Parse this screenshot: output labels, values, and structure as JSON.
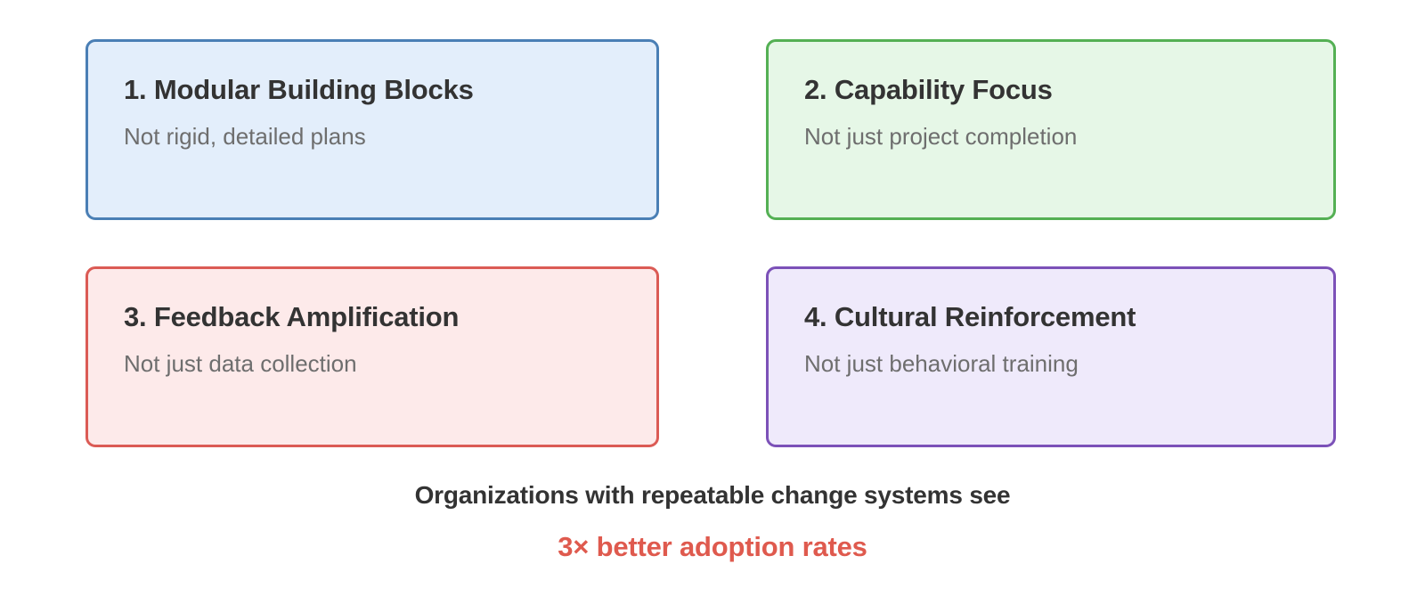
{
  "colors": {
    "background": "#ffffff",
    "title_text": "#333333",
    "subtitle_text": "#6e6e6e",
    "accent_red": "#df5a4e",
    "card1_border": "#4a7fb5",
    "card1_fill": "#e3eefb",
    "card2_border": "#54b054",
    "card2_fill": "#e6f7e7",
    "card3_border": "#db5b55",
    "card3_fill": "#fdeaea",
    "card4_border": "#7c51b8",
    "card4_fill": "#efeafb"
  },
  "cards": [
    {
      "title": "1. Modular Building Blocks",
      "subtitle": "Not rigid, detailed plans",
      "accent": "blue"
    },
    {
      "title": "2. Capability Focus",
      "subtitle": "Not just project completion",
      "accent": "green"
    },
    {
      "title": "3. Feedback Amplification",
      "subtitle": "Not just data collection",
      "accent": "red"
    },
    {
      "title": "4. Cultural Reinforcement",
      "subtitle": "Not just behavioral training",
      "accent": "purple"
    }
  ],
  "footer": {
    "line1": "Organizations with repeatable change systems see",
    "line2": "3× better adoption rates"
  }
}
